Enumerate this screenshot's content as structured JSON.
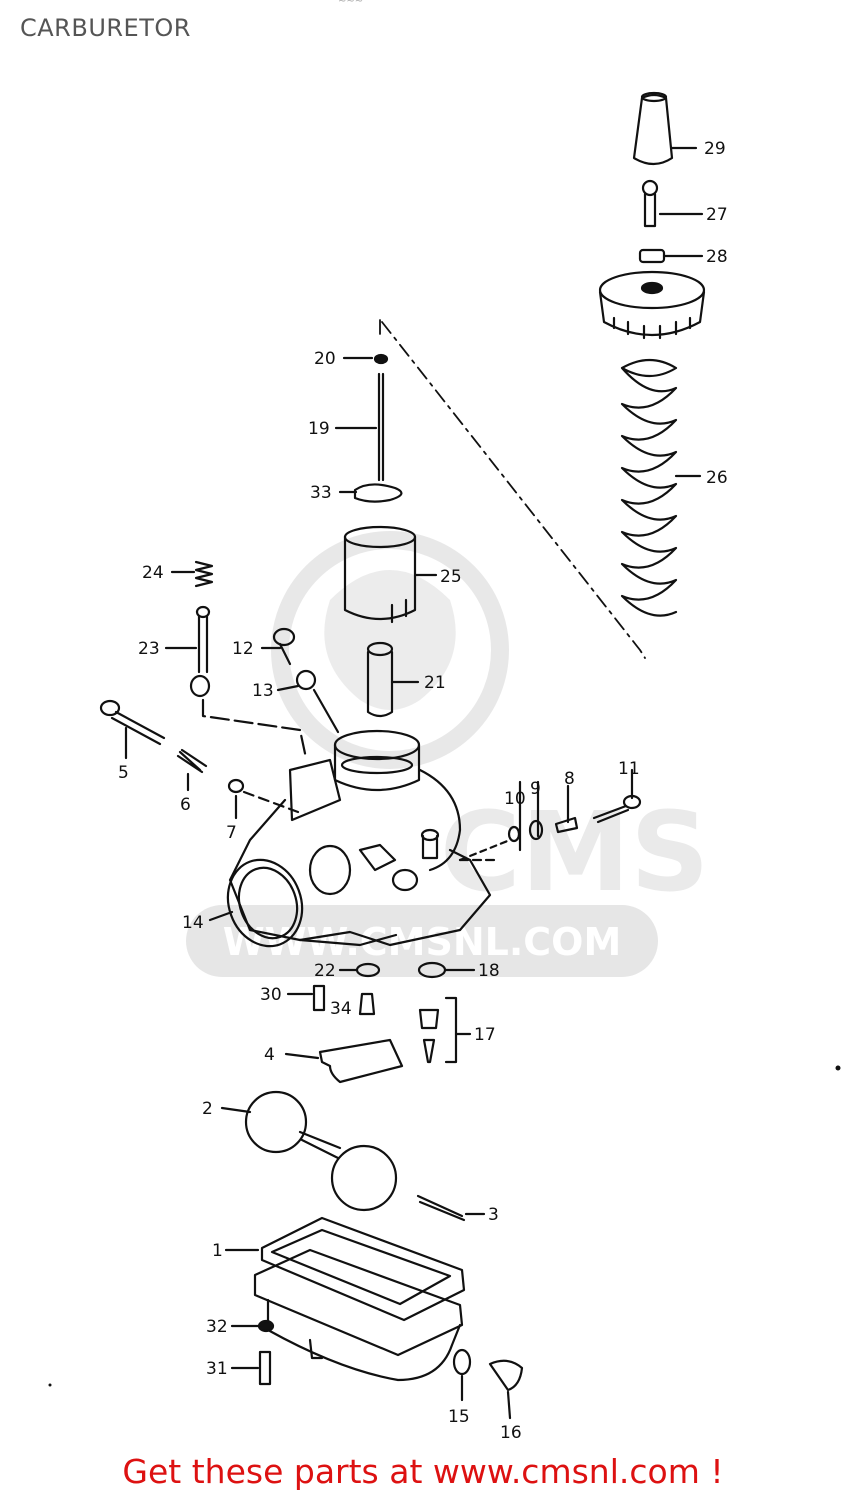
{
  "header": {
    "title": "CARBURETOR"
  },
  "watermark": {
    "brand": "CMS",
    "url": "WWW.CMSNL.COM"
  },
  "footer": {
    "text": "Get these parts at www.cmsnl.com !"
  },
  "colors": {
    "ink": "#111111",
    "footer": "#dd1111",
    "watermark": "#cccccc"
  },
  "callouts": {
    "c1": "1",
    "c2": "2",
    "c3": "3",
    "c4": "4",
    "c5": "5",
    "c6": "6",
    "c7": "7",
    "c8": "8",
    "c9": "9",
    "c10": "10",
    "c11": "11",
    "c12": "12",
    "c13": "13",
    "c14": "14",
    "c15": "15",
    "c16": "16",
    "c17": "17",
    "c18": "18",
    "c19": "19",
    "c20": "20",
    "c21": "21",
    "c22": "22",
    "c23": "23",
    "c24": "24",
    "c25": "25",
    "c26": "26",
    "c27": "27",
    "c28": "28",
    "c29": "29",
    "c30": "30",
    "c31": "31",
    "c32": "32",
    "c33": "33",
    "c34": "34"
  }
}
